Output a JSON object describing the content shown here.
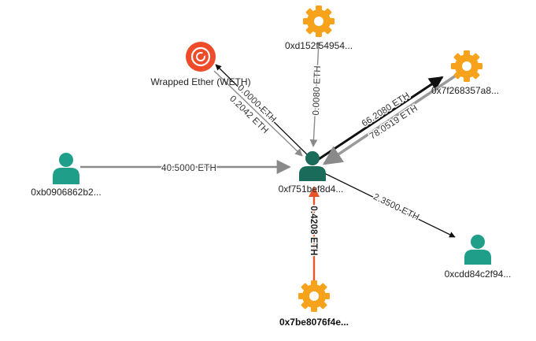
{
  "colors": {
    "edge_gray": "#8a8a8a",
    "edge_black": "#111111",
    "edge_orange": "#e8552b",
    "person_green": "#1f9e8a",
    "person_dark": "#1a6b5a",
    "contract_orange": "#f7a21b",
    "token_red": "#ee4b2b"
  },
  "nodes": {
    "center": {
      "label": "0xf751bef8d4...",
      "icon": "person-icon"
    },
    "weth": {
      "label": "Wrapped Ether (WETH)",
      "icon": "token-icon"
    },
    "contract_top": {
      "label": "0xd152f54954...",
      "icon": "gear-icon"
    },
    "contract_topright": {
      "label": "0x7f268357a8...",
      "icon": "gear-icon"
    },
    "left_user": {
      "label": "0xb0906862b2...",
      "icon": "person-icon"
    },
    "right_user": {
      "label": "0xcdd84c2f94...",
      "icon": "person-icon"
    },
    "contract_bottom": {
      "label": "0x7be8076f4e...",
      "icon": "gear-icon"
    }
  },
  "edges": {
    "weth_a": {
      "label": "0.0000 ETH"
    },
    "weth_b": {
      "label": "0.2042 ETH"
    },
    "top": {
      "label": "0.0080 ETH"
    },
    "out_tr": {
      "label": "66.2080 ETH"
    },
    "in_tr": {
      "label": "78.0519 ETH"
    },
    "left": {
      "label": "40.5000 ETH"
    },
    "right": {
      "label": "2.3500 ETH"
    },
    "bottom": {
      "label": "0.4208 ETH"
    }
  }
}
